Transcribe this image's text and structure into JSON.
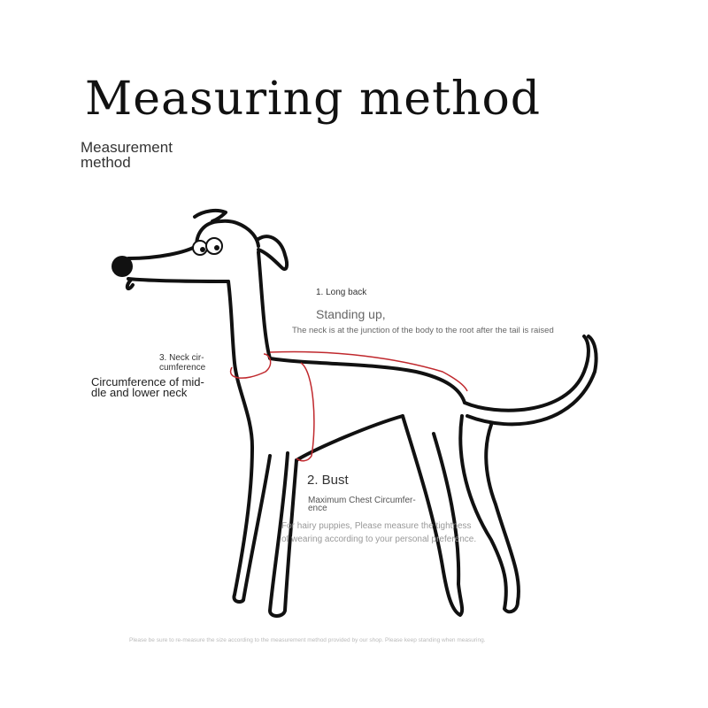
{
  "title": "Measuring method",
  "subtitle": "Measurement method",
  "labels": {
    "long_back": "1. Long back",
    "standing_up": "Standing up,",
    "long_back_desc": "The neck is at the junction of the body to the root after the tail is raised",
    "neck_title_1": "3. Neck cir-",
    "neck_title_2": "cumference",
    "neck_desc_1": "Circumference of mid-",
    "neck_desc_2": "dle and lower neck",
    "bust": "2. Bust",
    "bust_desc_1": "Maximum Chest Circumfer-",
    "bust_desc_2": "ence",
    "hairy_note_1": "For hairy puppies, Please measure the tightness",
    "hairy_note_2": "of wearing according to your personal preference.",
    "footer_note": "Please be sure to re-measure the size according to the measurement method provided by our shop. Please keep standing when measuring."
  },
  "colors": {
    "outline": "#111111",
    "measure_line": "#c0282d"
  }
}
